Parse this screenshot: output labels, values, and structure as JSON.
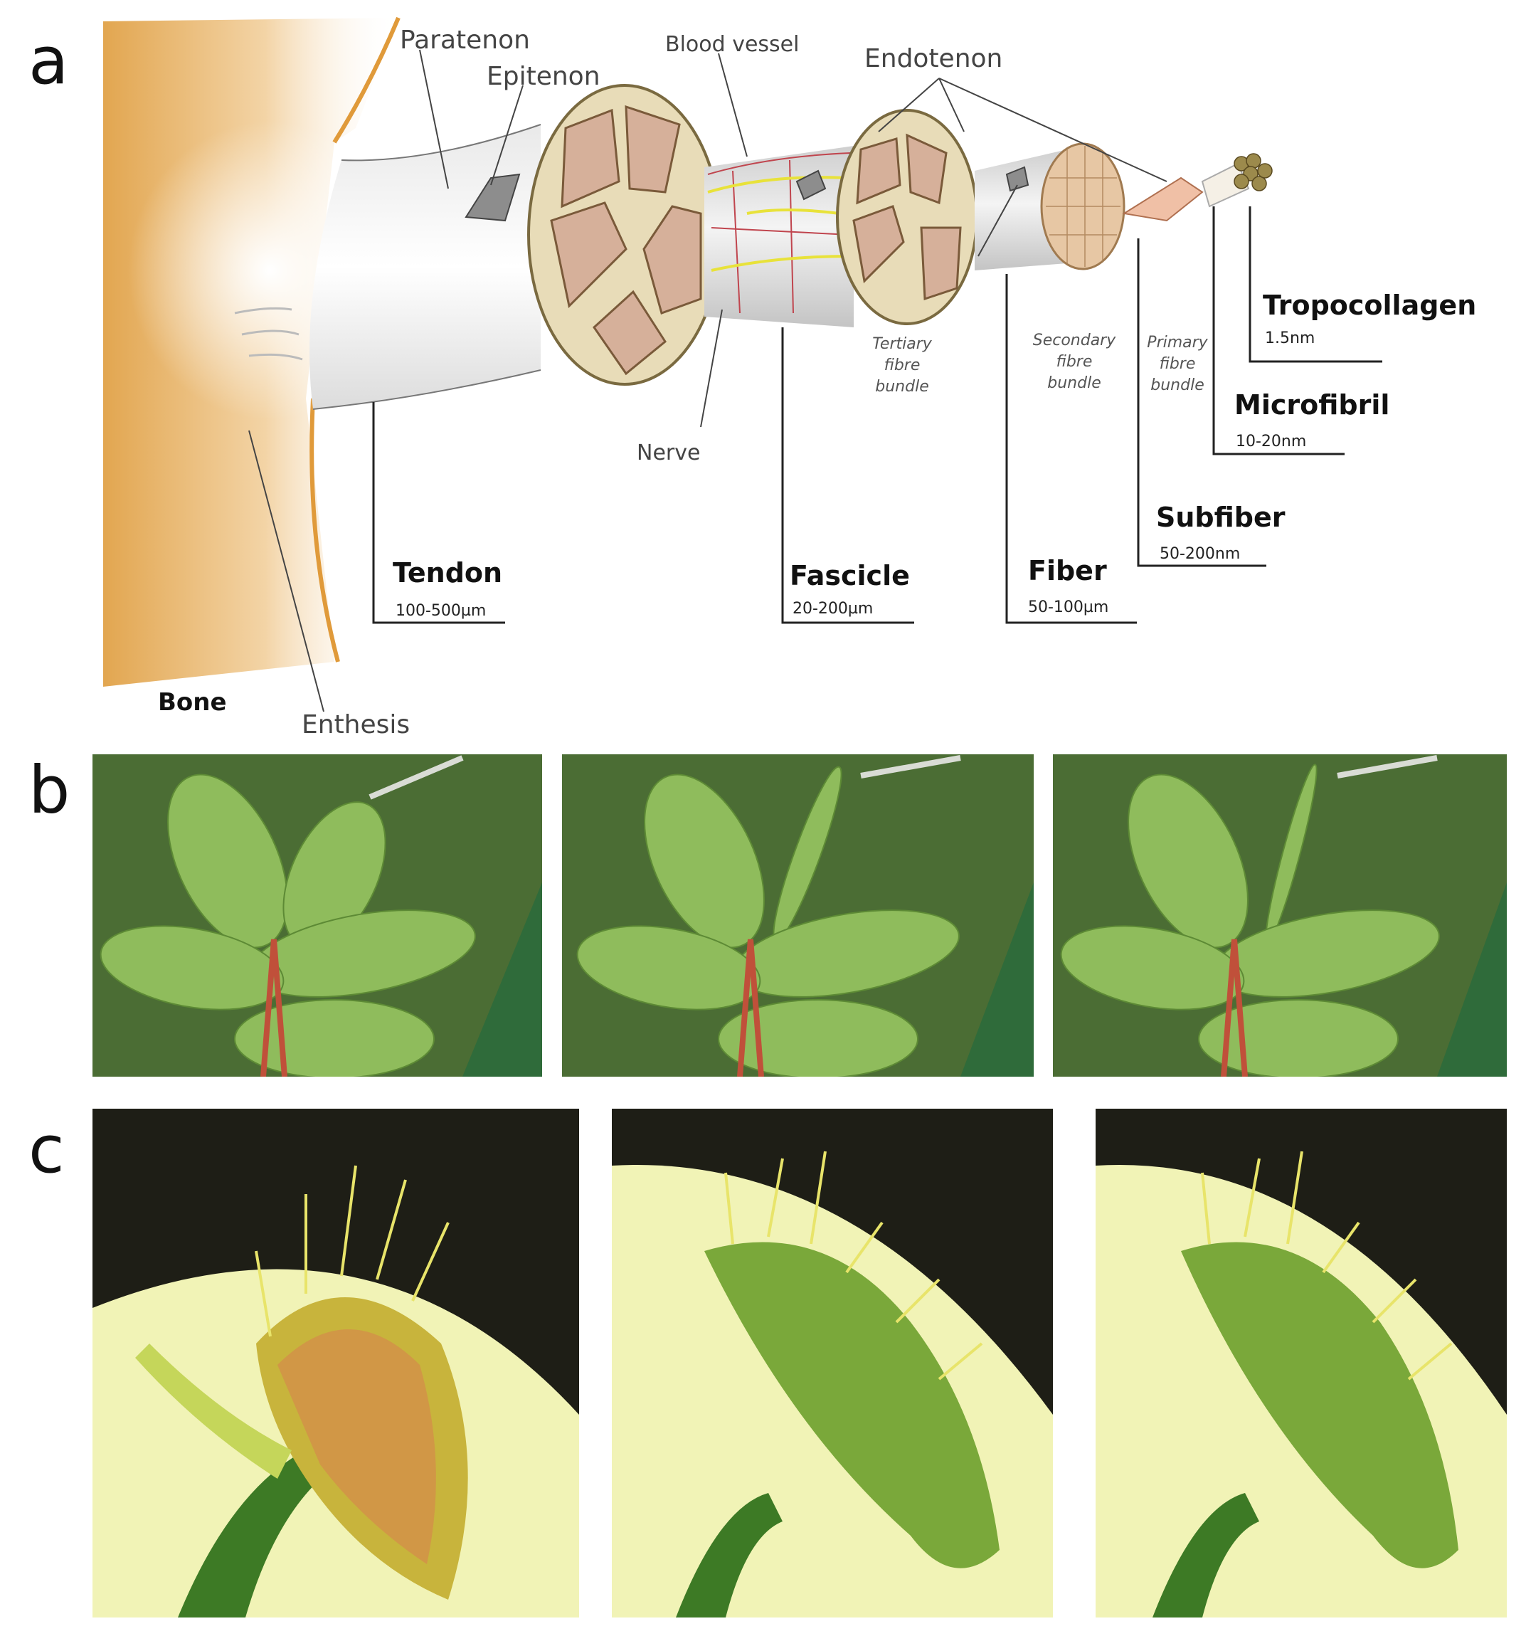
{
  "panels": {
    "a": "a",
    "b": "b",
    "c": "c"
  },
  "diagram": {
    "labels": {
      "paratenon": "Paratenon",
      "epitenon": "Epitenon",
      "blood_vessel": "Blood vessel",
      "endotenon": "Endotenon",
      "nerve": "Nerve",
      "bone": "Bone",
      "enthesis": "Enthesis",
      "tertiary": [
        "Tertiary",
        "fibre",
        "bundle"
      ],
      "secondary": [
        "Secondary",
        "fibre",
        "bundle"
      ],
      "primary": [
        "Primary",
        "fibre",
        "bundle"
      ]
    },
    "hierarchy": [
      {
        "name": "Tendon",
        "size": "100-500µm"
      },
      {
        "name": "Fascicle",
        "size": "20-200µm"
      },
      {
        "name": "Fiber",
        "size": "50-100µm"
      },
      {
        "name": "Subfiber",
        "size": "50-200nm"
      },
      {
        "name": "Microfibril",
        "size": "10-20nm"
      },
      {
        "name": "Tropocollagen",
        "size": "1.5nm"
      }
    ],
    "colors": {
      "bone": "#e8a955",
      "tissue": "#d9b8a3",
      "sheath": "#efe6c8",
      "vessel": "#c0454e",
      "nerve": "#e8e23a"
    }
  },
  "photos": {
    "b": [
      "mimosa-leaf-untouched",
      "mimosa-leaf-folding",
      "mimosa-leaf-folded"
    ],
    "c": [
      "venus-flytrap-open",
      "venus-flytrap-closing",
      "venus-flytrap-closed"
    ]
  }
}
